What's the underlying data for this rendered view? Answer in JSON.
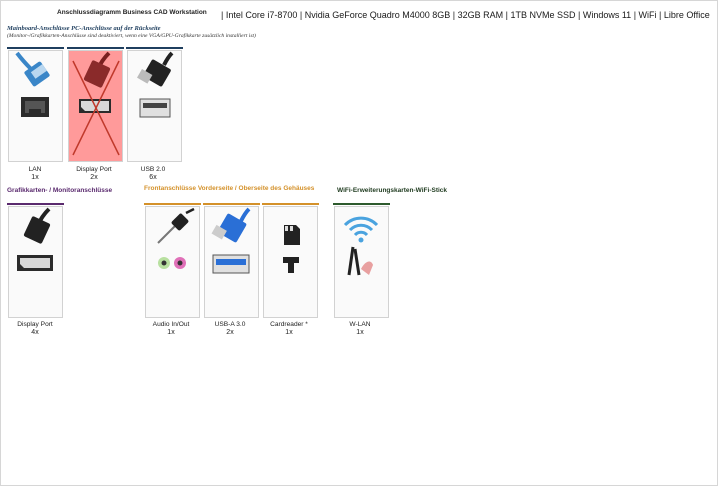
{
  "header": {
    "doc_title": "Anschlussdiagramm Business CAD Workstation",
    "specs": "| Intel Core i7-8700 | Nvidia GeForce Quadro M4000 8GB | 32GB RAM | 1TB NVMe SSD | Windows 11 | WiFi | Libre Office"
  },
  "sections": {
    "mainboard": {
      "title": "Mainboard-Anschlüsse PC-Anschlüsse auf der Rückseite",
      "note": "(Monitor-/Grafikkarten-Anschlüsse sind deaktiviert, wenn eine VGA/GPU-Grafikkarte zusätzlich installiert ist)",
      "color": "#1f3f5f"
    },
    "gpu": {
      "title": "Grafikkarten- / Monitoranschlüsse",
      "color": "#5a2a6e"
    },
    "front": {
      "title": "Frontanschlüsse Vorderseite / Oberseite des Gehäuses",
      "color": "#d4912a"
    },
    "wifi": {
      "title": "WiFi-Erweiterungskarten-WiFi-Stick",
      "color": "#2d5a2d"
    }
  },
  "ports": {
    "lan": {
      "label": "LAN",
      "count": "1x",
      "icon": "ethernet-cable-icon"
    },
    "displayport_board": {
      "label": "Display Port",
      "count": "2x",
      "icon": "displayport-cable-icon",
      "disabled": true
    },
    "usb2": {
      "label": "USB 2.0",
      "count": "6x",
      "icon": "usb-cable-icon"
    },
    "displayport_gpu": {
      "label": "Display Port",
      "count": "4x",
      "icon": "displayport-cable-icon"
    },
    "audio": {
      "label": "Audio In/Out",
      "count": "1x",
      "icon": "audio-jack-icon"
    },
    "usb3": {
      "label": "USB-A 3.0",
      "count": "2x",
      "icon": "usb3-cable-icon"
    },
    "cardreader": {
      "label": "Cardreader *",
      "count": "1x",
      "icon": "sd-card-icon"
    },
    "wlan": {
      "label": "W-LAN",
      "count": "1x",
      "icon": "wifi-antenna-icon"
    }
  },
  "colors": {
    "mainboard_bar": "#1f3f5f",
    "disabled_overlay": "#ff8a8a",
    "disabled_cross": "#c0392b",
    "usb3_blue": "#2a6fd6",
    "lan_blue": "#3a86c8",
    "wifi_blue": "#4aa3df"
  }
}
